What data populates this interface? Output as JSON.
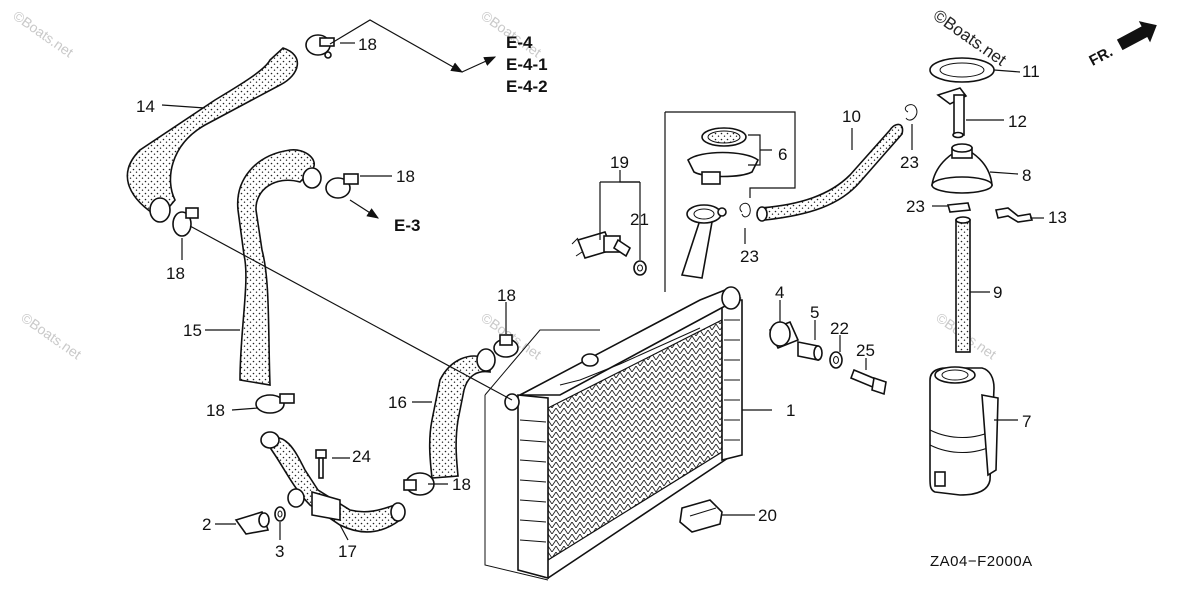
{
  "watermark": {
    "text": "©Boats.net",
    "top_right_text": "©Boats.net"
  },
  "orientation": {
    "fr_label": "FR."
  },
  "diagram_code": "ZA04−F2000A",
  "references": {
    "e4": "E-4",
    "e41": "E-4-1",
    "e42": "E-4-2",
    "e3": "E-3"
  },
  "callouts": {
    "n1": "1",
    "n2": "2",
    "n3": "3",
    "n4": "4",
    "n5": "5",
    "n6": "6",
    "n7": "7",
    "n8": "8",
    "n9": "9",
    "n10": "10",
    "n11": "11",
    "n12": "12",
    "n13": "13",
    "n14": "14",
    "n15": "15",
    "n16": "16",
    "n17": "17",
    "n18a": "18",
    "n18b": "18",
    "n18c": "18",
    "n18d": "18",
    "n18e": "18",
    "n18f": "18",
    "n19": "19",
    "n20": "20",
    "n21": "21",
    "n22": "22",
    "n23a": "23",
    "n23b": "23",
    "n23c": "23",
    "n24": "24",
    "n25": "25"
  }
}
